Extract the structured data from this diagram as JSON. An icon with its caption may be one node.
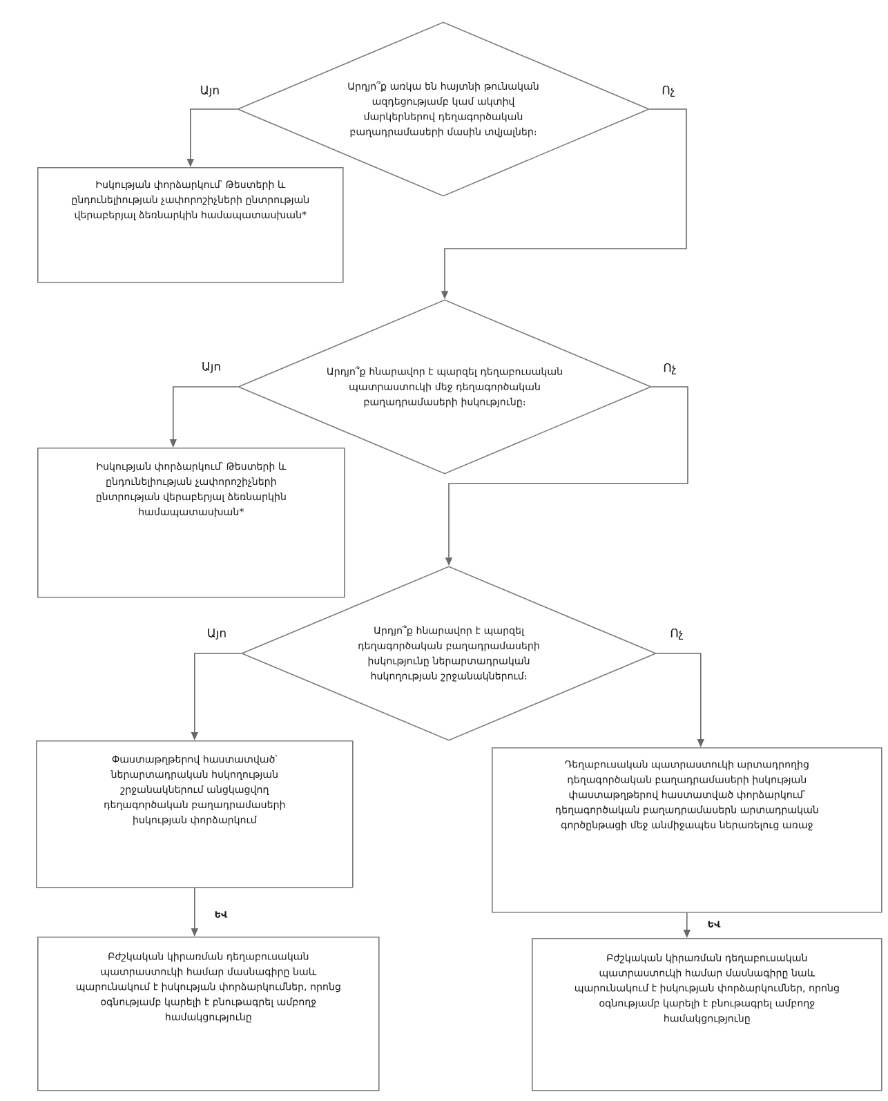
{
  "diagram": {
    "nodes": [
      {
        "text": [
          "Արդյո՞ք առկա են հայտնի թունական ազդեցությամբ կամ ակտիվ մարկերներով դեղագործական բաղադրամասերի մասին տվյալներ։"
        ]
      },
      {
        "text": [
          "Իսկության փորձարկում՝ Թեստերի և ընդունելիության չափորոշիչների ընտրության վերաբերյալ ձեռնարկին համապատասխան*"
        ]
      },
      {
        "text": [
          "Արդյո՞ք հնարավոր է պարզել դեղաբուսական պատրաստուկի մեջ դեղագործական բաղադրամասերի իսկությունը։"
        ]
      },
      {
        "text": [
          "Իսկության փորձարկում՝ Թեստերի և ընդունելիության չափորոշիչների ընտրության վերաբերյալ ձեռնարկին համապատասխան*"
        ]
      },
      {
        "text": [
          "Արդյո՞ք հնարավոր է պարզել դեղագործական բաղադրամասերի իսկությունը ներարտադրական հսկողության շրջանակներում։"
        ]
      },
      {
        "text": [
          "Փաստաթղթերով հաստատված՝ ներարտադրական հսկողության շրջանակներում անցկացվող դեղագործական բաղադրամասերի իսկության փորձարկում"
        ]
      },
      {
        "text": [
          "Դեղաբուսական պատրաստուկի արտադրողից դեղագործական բաղադրամասերի իսկության փաստաթղթերով հաստատված փորձարկում՝ դեղագործական բաղադրամասերն արտադրական գործընթացի մեջ անմիջապես ներառելուց առաջ"
        ]
      },
      {
        "text": [
          "Բժշկական կիրառման դեղաբուսական պատրաստուկի համար մասնագիրը նաև պարունակում է իսկության փորձարկումներ, որոնց օգնությամբ կարելի է բնութագրել ամբողջ համակցությունը"
        ]
      },
      {
        "text": [
          "Բժշկական կիրառման դեղաբուսական պատրաստուկի համար մասնագիրը նաև պարունակում է իսկության փորձարկումներ, որոնց օգնությամբ կարելի է բնութագրել ամբողջ համակցությունը"
        ]
      }
    ],
    "edges": [
      {
        "from": 0,
        "to": 1,
        "arrow": "to",
        "label": "Այո"
      },
      {
        "from": 0,
        "to": 2,
        "arrow": "to",
        "label": "Ոչ"
      },
      {
        "from": 2,
        "to": 3,
        "arrow": "to",
        "label": "Այո"
      },
      {
        "from": 2,
        "to": 4,
        "arrow": "to",
        "label": "Ոչ"
      },
      {
        "from": 4,
        "to": 5,
        "arrow": "to",
        "label": "Այո"
      },
      {
        "from": 4,
        "to": 6,
        "arrow": "to",
        "label": "Ոչ"
      },
      {
        "from": 5,
        "to": 7,
        "arrow": "to",
        "label": "ԵՎ"
      },
      {
        "from": 6,
        "to": 8,
        "arrow": "to",
        "label": "ԵՎ"
      }
    ]
  }
}
